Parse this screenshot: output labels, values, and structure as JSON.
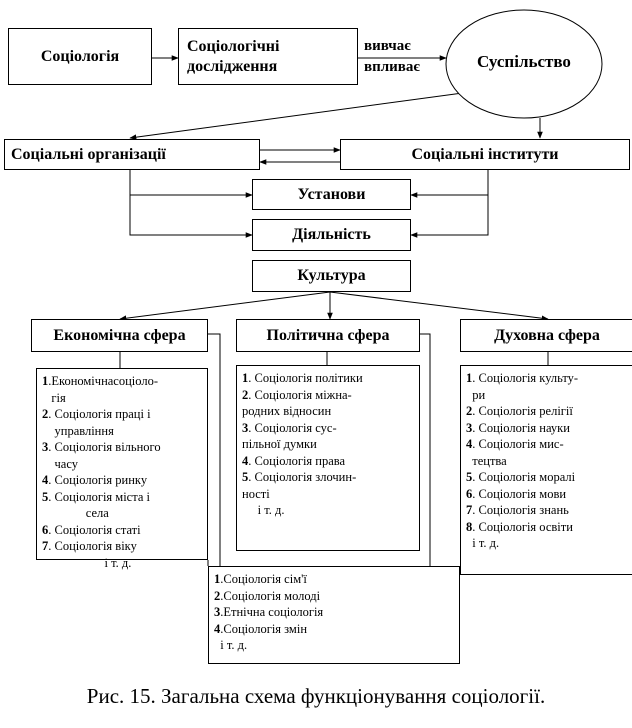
{
  "top_row": {
    "sociology": "Соціологія",
    "research": "Соціологічні\nдослідження",
    "studies": "вивчає",
    "influences": "впливає",
    "society": "Суспільство"
  },
  "social_orgs": "Соціальні організації",
  "social_institutes": "Соціальні інститути",
  "establishments": "Установи",
  "activity": "Діяльність",
  "culture": "Культура",
  "spheres": {
    "economic": {
      "title": "Економічна сфера",
      "items": [
        {
          "num": "1",
          "text": ".Економічнасоціоло-\n   гія"
        },
        {
          "num": "2",
          "text": ". Соціологія праці і\n    управління"
        },
        {
          "num": "3",
          "text": ". Соціологія вільного\n    часу"
        },
        {
          "num": "4",
          "text": ". Соціологія ринку"
        },
        {
          "num": "5",
          "text": ". Соціологія міста і\n              села"
        },
        {
          "num": "6",
          "text": ". Соціологія статі"
        },
        {
          "num": "7",
          "text": ". Соціологія віку\n                    і т. д."
        }
      ]
    },
    "political": {
      "title": "Політична сфера",
      "items": [
        {
          "num": "1",
          "text": ". Соціологія політики"
        },
        {
          "num": "2",
          "text": ". Соціологія міжна-\nродних відносин"
        },
        {
          "num": "3",
          "text": ". Соціологія сус-\nпільної думки"
        },
        {
          "num": "4",
          "text": ". Соціологія права"
        },
        {
          "num": "5",
          "text": ". Соціологія злочин-\nності\n     і т. д."
        }
      ]
    },
    "spiritual": {
      "title": "Духовна сфера",
      "items": [
        {
          "num": "1",
          "text": ". Соціологія культу-\n  ри"
        },
        {
          "num": "2",
          "text": ". Соціологія релігії"
        },
        {
          "num": "3",
          "text": ". Соціологія науки"
        },
        {
          "num": "4",
          "text": ". Соціологія мис-\n  тецтва"
        },
        {
          "num": "5",
          "text": ". Соціологія моралі"
        },
        {
          "num": "6",
          "text": ". Соціологія мови"
        },
        {
          "num": "7",
          "text": ". Соціологія знань"
        },
        {
          "num": "8",
          "text": ". Соціологія освіти\n  і т. д."
        }
      ]
    },
    "common": {
      "items": [
        {
          "num": "1",
          "text": ".Соціологія сім'ї"
        },
        {
          "num": "2",
          "text": ".Соціологія молоді"
        },
        {
          "num": "3",
          "text": ".Етнічна соціологія"
        },
        {
          "num": "4",
          "text": ".Соціологія змін\n  і т. д."
        }
      ]
    }
  },
  "caption": "Рис. 15. Загальна схема функціонування соціології."
}
